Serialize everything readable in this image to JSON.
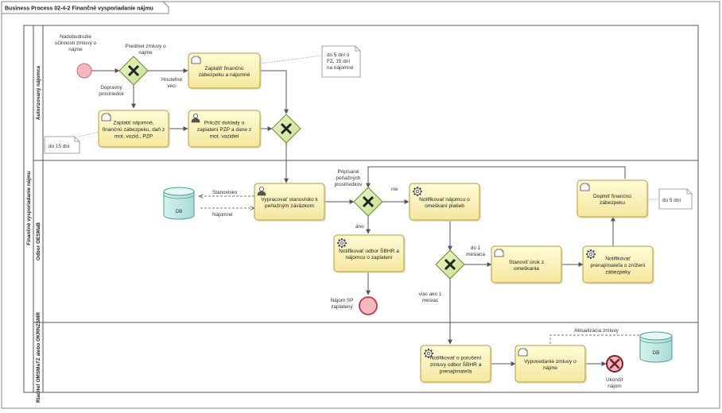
{
  "title": "Business Process 02-4-2 Finančné vysporiadanie nájmu",
  "pool": {
    "label": "Finančné vysporiadanie nájmu"
  },
  "lanes": [
    {
      "id": "lane-1",
      "label": "Autorizovaný nájomca"
    },
    {
      "id": "lane-2",
      "label": "Odbor OESMaB"
    },
    {
      "id": "lane-3",
      "label": "Riaditeľ OMSMaTZ alebo OKRNZSMR"
    }
  ],
  "tasks": [
    {
      "id": "t1",
      "type": "manual",
      "lines": [
        "Zaplatiť finančnú",
        "zábezpeku a nájomné"
      ]
    },
    {
      "id": "t2",
      "type": "manual",
      "lines": [
        "Zaplatiť nájomné,",
        "finančnú zábezpeku, daň z",
        "mot. vozid., PZP"
      ]
    },
    {
      "id": "t3",
      "type": "user",
      "lines": [
        "Priložiť doklady o",
        "zaplatení PZP a dane z",
        "mot. vozidiel"
      ]
    },
    {
      "id": "t4",
      "type": "user",
      "lines": [
        "Vypracovať stanovisko k",
        "peňažným záväzkom"
      ]
    },
    {
      "id": "t5",
      "type": "service",
      "lines": [
        "Notifikovať odbor ŠBHR a",
        "nájomcu o zaplatení"
      ]
    },
    {
      "id": "t6",
      "type": "service",
      "lines": [
        "Notifikovať nájomcu o",
        "omeškaní platieb"
      ]
    },
    {
      "id": "t7",
      "type": "manual",
      "lines": [
        "Stanoviť úrok z",
        "omeškania"
      ]
    },
    {
      "id": "t8",
      "type": "service",
      "lines": [
        "Notifikovať",
        "prenajímateľa o znížení",
        "zábezpeky"
      ]
    },
    {
      "id": "t9",
      "type": "manual",
      "lines": [
        "Doplniť finančnú",
        "zábezpeku"
      ]
    },
    {
      "id": "t10",
      "type": "service",
      "lines": [
        "Notifikovať o porušení",
        "zmluvy odbor ŠBHR a",
        "prenajímateľa"
      ]
    },
    {
      "id": "t11",
      "type": "manual",
      "lines": [
        "Vypovedanie zmluvy o",
        "nájme"
      ]
    }
  ],
  "events": [
    {
      "id": "start",
      "kind": "start",
      "lines": [
        "Nadobudnutie",
        "účinnosti zmluvy o",
        "nájme"
      ]
    },
    {
      "id": "end1",
      "kind": "end",
      "lines": [
        "Nájom SP",
        "zaplatený"
      ]
    },
    {
      "id": "end2",
      "kind": "terminate",
      "lines": [
        "Ukončiť",
        "nájom"
      ]
    }
  ],
  "annotations": [
    {
      "id": "a1",
      "lines": [
        "do 5 dní o",
        "FZ, 15 dní",
        "na nájomné"
      ]
    },
    {
      "id": "a2",
      "lines": [
        "do 15 dní"
      ]
    },
    {
      "id": "a3",
      "lines": [
        "do 5 dní"
      ]
    }
  ],
  "datastores": [
    {
      "id": "db1",
      "label": "DB"
    },
    {
      "id": "db2",
      "label": "DB"
    }
  ],
  "flow_labels": {
    "predmet": [
      "Predmet zmluvy o",
      "nájme"
    ],
    "dopravny": [
      "Dopravný",
      "prostriedok"
    ],
    "hnutelne": [
      "Hnuteľné",
      "veci"
    ],
    "pripisane": [
      "Pripísané",
      "peňažných",
      "prostriedkov"
    ],
    "nie": "nie",
    "ano": "áno",
    "do1": [
      "do 1",
      "mesiaca"
    ],
    "viac1": [
      "viac ako 1",
      "mesiac"
    ],
    "stanovisko": "Stanovisko",
    "najomne": "Nájomné",
    "aktualizacia": "Aktualizácia zmluvy"
  }
}
